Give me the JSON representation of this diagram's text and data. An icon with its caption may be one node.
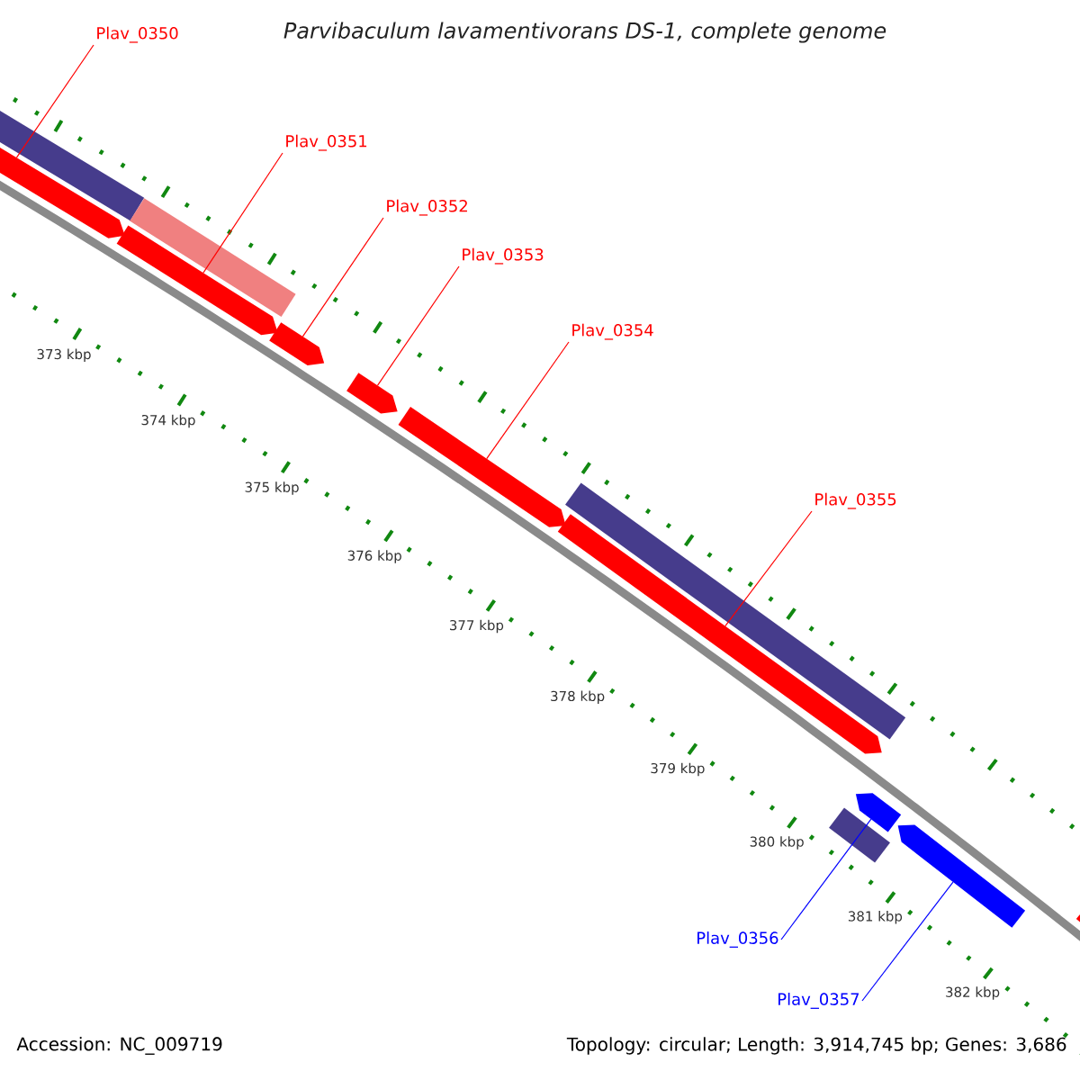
{
  "diagram": {
    "title": "Parvibaculum lavamentivorans DS-1, complete genome",
    "nodes": [
      {
        "text": [
          "Plav_0350"
        ]
      },
      {
        "text": [
          "Plav_0351"
        ]
      },
      {
        "text": [
          "Plav_0352"
        ]
      },
      {
        "text": [
          "Plav_0353"
        ]
      },
      {
        "text": [
          "Plav_0354"
        ]
      },
      {
        "text": [
          "Plav_0355"
        ]
      },
      {
        "text": [
          "Plav_0356"
        ]
      },
      {
        "text": [
          "Plav_0357"
        ]
      },
      {
        "text": [],
        "shape": "bar"
      },
      {
        "text": [],
        "shape": "arrow"
      },
      {
        "text": [],
        "shape": "arrow"
      },
      {
        "text": [],
        "shape": "bar"
      },
      {
        "text": [],
        "shape": "arrow"
      },
      {
        "text": [],
        "shape": "arrow"
      },
      {
        "text": [],
        "shape": "arrow"
      },
      {
        "text": [],
        "shape": "arrow"
      },
      {
        "text": [],
        "shape": "bar"
      },
      {
        "text": [],
        "shape": "bar"
      },
      {
        "text": [],
        "shape": "arrow"
      },
      {
        "text": [],
        "shape": "arrow"
      },
      {
        "text": [],
        "shape": "arrow"
      }
    ],
    "edges": [
      {
        "from": 0,
        "to": 9,
        "arrow": "none"
      },
      {
        "from": 1,
        "to": 10,
        "arrow": "none"
      },
      {
        "from": 2,
        "to": 12,
        "arrow": "none"
      },
      {
        "from": 3,
        "to": 13,
        "arrow": "none"
      },
      {
        "from": 4,
        "to": 14,
        "arrow": "none"
      },
      {
        "from": 5,
        "to": 15,
        "arrow": "none"
      },
      {
        "from": 6,
        "to": 18,
        "arrow": "none",
        "color": "#0000ff"
      },
      {
        "from": 7,
        "to": 19,
        "arrow": "none",
        "color": "#0000ff"
      }
    ],
    "labels": [
      "373 kbp",
      "374 kbp",
      "375 kbp",
      "376 kbp",
      "377 kbp",
      "378 kbp",
      "379 kbp",
      "380 kbp",
      "381 kbp",
      "382 kbp",
      "Accession: NC_009719",
      "Topology: circular; Length: 3,914,745 bp; Genes: 3,686"
    ]
  }
}
